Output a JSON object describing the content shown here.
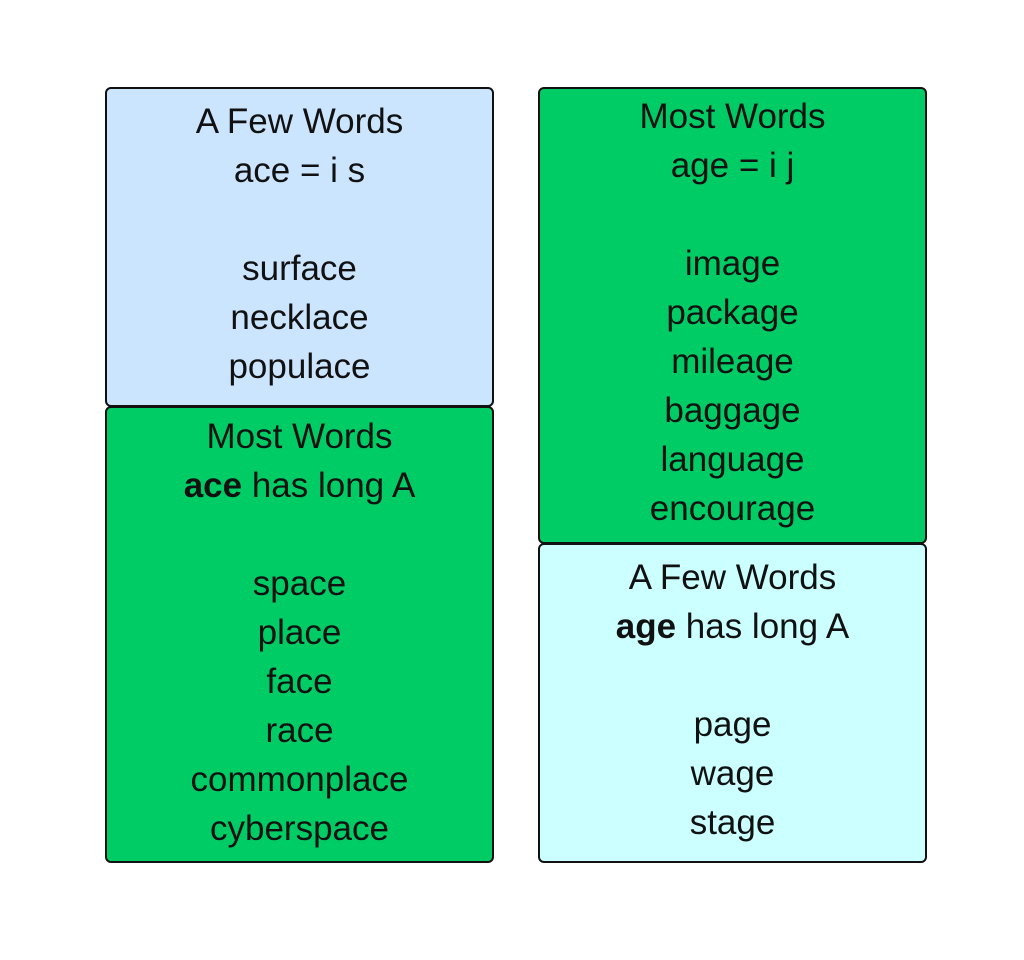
{
  "boxes": [
    {
      "title": "A Few Words",
      "rule": {
        "bold": "",
        "text": "ace = i s"
      },
      "words": [
        "surface",
        "necklace",
        "populace"
      ],
      "color": "#cce5ff"
    },
    {
      "title": "Most Words",
      "rule": {
        "bold": "ace",
        "text": " has long A"
      },
      "words": [
        "space",
        "place",
        "face",
        "race",
        "commonplace",
        "cyberspace"
      ],
      "color": "#00cc66"
    },
    {
      "title": "Most Words",
      "rule": {
        "bold": "",
        "text": "age = i j"
      },
      "words": [
        "image",
        "package",
        "mileage",
        "baggage",
        "language",
        "encourage"
      ],
      "color": "#00cc66"
    },
    {
      "title": "A Few Words",
      "rule": {
        "bold": "age",
        "text": " has long A"
      },
      "words": [
        "page",
        "wage",
        "stage"
      ],
      "color": "#ccffff"
    }
  ]
}
